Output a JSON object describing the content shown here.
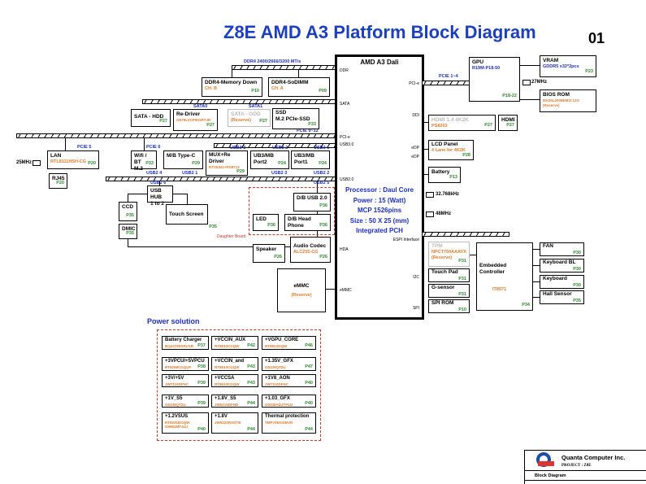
{
  "title": "Z8E AMD A3 Platform Block Diagram",
  "page_no": "01",
  "cpu": {
    "title": "AMD A3 Dali",
    "pins_left": [
      "DDR",
      "SATA",
      "PCI-e",
      "USB3.0",
      "USB2.0",
      "HDA",
      "eMMC"
    ],
    "pins_right": [
      "PCI-e",
      "DDI",
      "eDP",
      "eDP",
      "ESPI Interface",
      "I2C",
      "SPI"
    ],
    "specs": [
      "Processor : Daul Core",
      "Power : 15 (Watt)",
      "MCP 1526pins",
      "Size : 50 X 25 (mm)",
      "Integrated  PCH"
    ]
  },
  "labels": {
    "ddr_bus": "DDR4 2400/2666/3200 MT/s",
    "sata0": "SATA0",
    "sata1": "SATA1",
    "pcie_9_12": "PCIE 9~12",
    "pcie5": "PCIE 5",
    "pcie6": "PCIE 6",
    "usb3_3": "USB3 3",
    "usb3_2": "USB3 2",
    "usb3_1": "USB3 1",
    "usb2_4": "USB2 4",
    "usb2_1": "USB2 1",
    "usb2_3": "USB2 3",
    "usb2_2": "USB2 2",
    "usb2_6": "USB2 6",
    "usb2_5": "USB2 5",
    "pcie_1_4": "PCIE 1~4",
    "xtal_25": "25MHz",
    "xtal_27": "27MHz",
    "xtal_32": "32.768kHz",
    "xtal_48": "48MHz",
    "daughter": "Daughter Board",
    "power_title": "Power solution"
  },
  "boxes": {
    "mem_down": {
      "name": "DDR4-Memory Down",
      "part": "CH. B",
      "page": "P10"
    },
    "sodimm": {
      "name": "DDR4-SoDIMM",
      "part": "CH. A",
      "page": "P09"
    },
    "hdd": {
      "name": "SATA - HDD",
      "page": "P27"
    },
    "redriver": {
      "name": "Re-Driver",
      "part": "SN75LVCP601RTJR",
      "page": "P27"
    },
    "odd": {
      "name": "SATA - ODD",
      "part": "(Reserve)",
      "page": "P27"
    },
    "ssd": {
      "name": "SSD",
      "name2": "M.2 PCIe-SSD",
      "page": "P33"
    },
    "lan": {
      "name": "LAN",
      "part": "RTL8111HSH-CG",
      "page": "P20"
    },
    "rj45": {
      "name": "RJ45",
      "page": "P20"
    },
    "wifi": {
      "name": "Wifi / BT",
      "name2": "M.2",
      "page": "P33"
    },
    "typec": {
      "name": "M/B Type-C",
      "page": "P29"
    },
    "mux": {
      "name": "MUX+Re Driver",
      "part": "RTS5441+PS8713",
      "page": "P29"
    },
    "port2": {
      "name": "UB3/MB Port2",
      "page": "P24"
    },
    "port1": {
      "name": "UB3/MB Port1",
      "page": "P24"
    },
    "hub": {
      "name": "USB HUB",
      "name2": "1 to 2"
    },
    "ccd": {
      "name": "CCD",
      "page": "P35"
    },
    "dmic": {
      "name": "DMIC",
      "page": "P35"
    },
    "touchscreen": {
      "name": "Touch Screen",
      "page": "P35"
    },
    "db_usb": {
      "name": "D/B USB 2.0",
      "page": "P36"
    },
    "led": {
      "name": "LED",
      "page": "P36"
    },
    "db_hp": {
      "name": "D/B Head Phone",
      "page": "P36"
    },
    "codec": {
      "name": "Audio Codec",
      "part": "ALC255-CG",
      "page": "P26"
    },
    "speaker": {
      "name": "Speaker",
      "page": "P26"
    },
    "emmc": {
      "name": "eMMC",
      "part": "(Reserve)"
    },
    "gpu": {
      "name": "GPU",
      "part": "R19M-P18-50",
      "page": "P18-22"
    },
    "vram": {
      "name": "VRAM",
      "part": "GDDR5 x32*2pcs",
      "page": "P23"
    },
    "bios": {
      "name": "BIOS ROM",
      "part": "MX25L2006EM1I-12G",
      "part2": "(Reserve)"
    },
    "hdmi_conv": {
      "name": "HDMI 1.4 4K2K",
      "part": "PS8203",
      "page": "P27"
    },
    "hdmi": {
      "name": "HDMI",
      "page": "P27"
    },
    "lcd": {
      "name": "LCD Panel",
      "part": "4 Lane for 4K2K",
      "page": "P28"
    },
    "battery": {
      "name": "Battery",
      "page": "P13"
    },
    "tpm": {
      "name": "TPM",
      "part": "NPCT750AAAYX",
      "part2": "(Reserve)",
      "page": "P31"
    },
    "touchpad": {
      "name": "Touch Pad",
      "page": "P31"
    },
    "gsensor": {
      "name": "G-sensor",
      "page": "P31"
    },
    "spirom": {
      "name": "SPI ROM",
      "page": "P10"
    },
    "ec": {
      "name": "Embedded Controller",
      "part": "IT8571",
      "page": "P34"
    },
    "fan": {
      "name": "FAN",
      "page": "P30"
    },
    "kbbl": {
      "name": "Keyboard BL",
      "page": "P30"
    },
    "kb": {
      "name": "Keyboard",
      "page": "P30"
    },
    "hall": {
      "name": "Hall Sensor",
      "page": "P35"
    }
  },
  "power": [
    {
      "name": "Battery Charger",
      "part": "BQ24780SRUYR",
      "page": "P37"
    },
    {
      "name": "+VCCIN_AUX",
      "part": "RT8610CGQW",
      "page": "P42"
    },
    {
      "name": "+VGPU_CORE",
      "part": "RT8813GQW",
      "page": "P46"
    },
    {
      "name": "+3VPCU/+5VPCU",
      "part": "RT6258CGQUF",
      "page": "P38"
    },
    {
      "name": "+VCCIN_and",
      "part": "RT8610CGQW",
      "page": "P43"
    },
    {
      "name": "+1.35V_GFX",
      "part": "G5335QT2U",
      "page": "P47"
    },
    {
      "name": "+3V/+5V",
      "part": "JW7110DFNC",
      "page": "P39"
    },
    {
      "name": "+VCCSA",
      "part": "RT8610CGQW",
      "page": "P43"
    },
    {
      "name": "+1V8_AON",
      "part": "JW7110DFNC",
      "page": "P40"
    },
    {
      "name": "+1V_S5",
      "part": "G5335QT2U",
      "page": "P39"
    },
    {
      "name": "+1.8V_S5",
      "part": "JW5215DFND",
      "page": "P44"
    },
    {
      "name": "+1.03_GFX",
      "part": "G9338ADJTP1U",
      "page": "P40"
    },
    {
      "name": "+1.2VSUS",
      "part": "RT8231BGQW",
      "part2": "G9661MF11U",
      "page": "P40"
    },
    {
      "name": "+1.8V",
      "part": "JW5222RSOTB",
      "page": "P44"
    },
    {
      "name": "Thermal protection",
      "part": "TMP708AIDBVR",
      "page": "P44"
    }
  ],
  "titleblock": {
    "company": "Quanta Computer Inc.",
    "project": "PROJECT : Z8E",
    "doc": "Block Diagram"
  },
  "colors": {
    "title": "#1c2fbf",
    "part": "#e07b2a",
    "page": "#2e8b2e",
    "daughter": "#c0392b"
  }
}
